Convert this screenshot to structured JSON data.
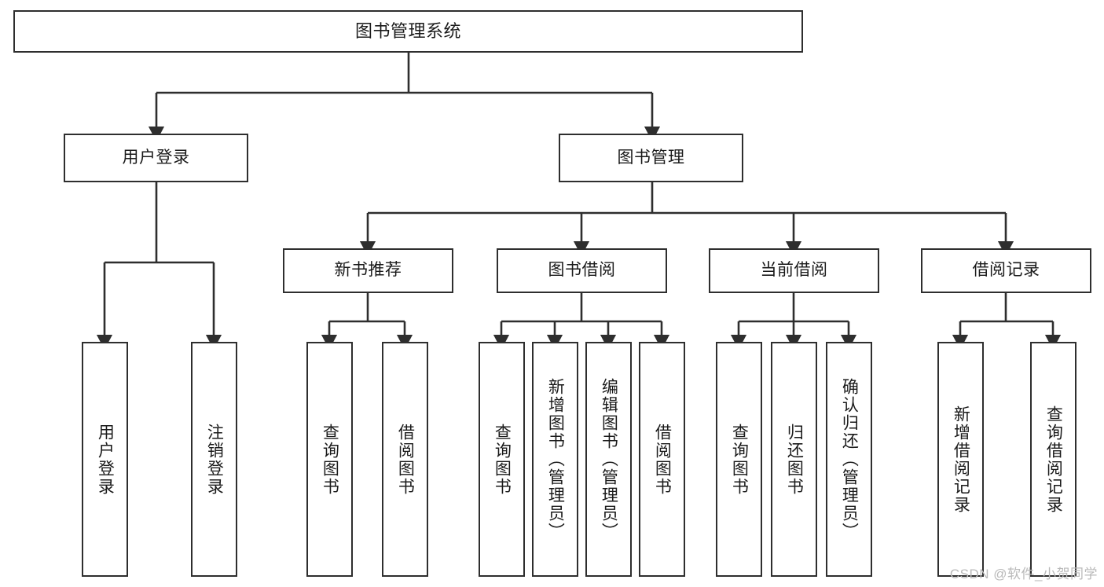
{
  "diagram": {
    "title": "图书管理系统",
    "type": "功能结构图",
    "colors": {
      "stroke": "#2e2e2e",
      "fill": "#ffffff",
      "text": "#1a1a1a",
      "watermark": "#b9b9b9"
    }
  },
  "watermark": {
    "text": "CSDN @软件_小贺同学"
  },
  "nodes": {
    "root": {
      "label": "图书管理系统"
    },
    "level2": [
      {
        "id": "user-login",
        "label": "用户登录"
      },
      {
        "id": "book-manage",
        "label": "图书管理"
      }
    ],
    "level3": [
      {
        "id": "new-book-rec",
        "label": "新书推荐"
      },
      {
        "id": "book-borrow",
        "label": "图书借阅"
      },
      {
        "id": "current-borrow",
        "label": "当前借阅"
      },
      {
        "id": "borrow-record",
        "label": "借阅记录"
      }
    ],
    "leaves": {
      "user-login": [
        {
          "id": "leaf-user-login",
          "label": "用户登录"
        },
        {
          "id": "leaf-user-logout",
          "label": "注销登录"
        }
      ],
      "new-book-rec": [
        {
          "id": "leaf-query-book-1",
          "label": "查询图书"
        },
        {
          "id": "leaf-borrow-book-1",
          "label": "借阅图书"
        }
      ],
      "book-borrow": [
        {
          "id": "leaf-query-book-2",
          "label": "查询图书"
        },
        {
          "id": "leaf-add-book",
          "label": "新增图书（管理员）"
        },
        {
          "id": "leaf-edit-book",
          "label": "编辑图书（管理员）"
        },
        {
          "id": "leaf-borrow-book-2",
          "label": "借阅图书"
        }
      ],
      "current-borrow": [
        {
          "id": "leaf-query-book-3",
          "label": "查询图书"
        },
        {
          "id": "leaf-return-book",
          "label": "归还图书"
        },
        {
          "id": "leaf-confirm-return",
          "label": "确认归还（管理员）"
        }
      ],
      "borrow-record": [
        {
          "id": "leaf-add-record",
          "label": "新增借阅记录"
        },
        {
          "id": "leaf-query-record",
          "label": "查询借阅记录"
        }
      ]
    }
  }
}
